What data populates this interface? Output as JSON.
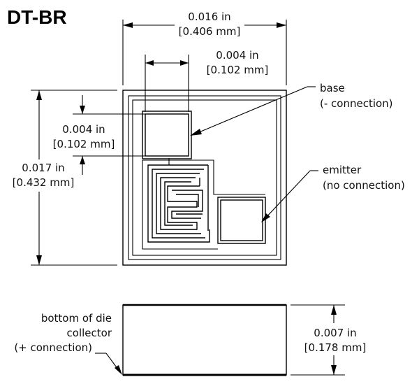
{
  "title": "DT-BR",
  "dims": {
    "width": {
      "in": "0.016 in",
      "mm": "[0.406 mm]"
    },
    "pad_width": {
      "in": "0.004 in",
      "mm": "[0.102 mm]"
    },
    "pad_height": {
      "in": "0.004 in",
      "mm": "[0.102 mm]"
    },
    "height": {
      "in": "0.017 in",
      "mm": "[0.432 mm]"
    },
    "thickness": {
      "in": "0.007 in",
      "mm": "[0.178 mm]"
    }
  },
  "labels": {
    "base": {
      "line1": "base",
      "line2": "(- connection)"
    },
    "emitter": {
      "line1": "emitter",
      "line2": "(no connection)"
    },
    "bottom": {
      "line1": "bottom of die",
      "line2": "collector",
      "line3": "(+ connection)"
    }
  }
}
